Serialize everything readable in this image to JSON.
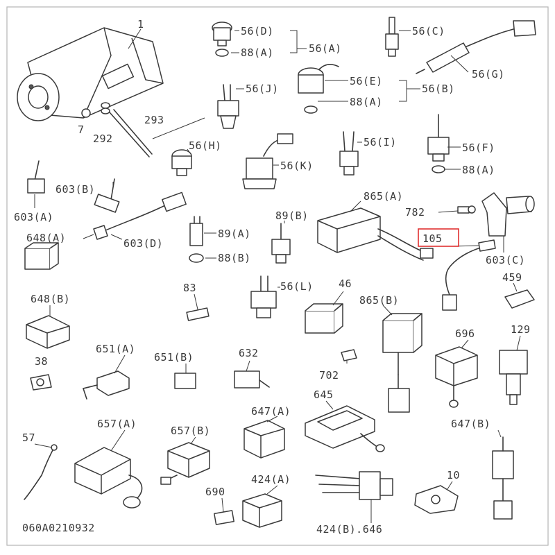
{
  "diagram_code": "060A0210932",
  "highlight_color": "#e03030",
  "line_color": "#3a3a3a",
  "labels": {
    "p1": "1",
    "p7": "7",
    "p292": "292",
    "p293": "293",
    "p56d": "56(D)",
    "p88a_top": "88(A)",
    "p56a": "56(A)",
    "p56c": "56(C)",
    "p56g": "56(G)",
    "p56e": "56(E)",
    "p56b": "56(B)",
    "p88a_mid": "88(A)",
    "p56j": "56(J)",
    "p56h": "56(H)",
    "p56k": "56(K)",
    "p56i": "56(I)",
    "p56f": "56(F)",
    "p88a_right": "88(A)",
    "p603b": "603(B)",
    "p603a": "603(A)",
    "p648a": "648(A)",
    "p603d": "603(D)",
    "p89a": "89(A)",
    "p88b": "88(B)",
    "p89b": "89(B)",
    "p865a": "865(A)",
    "p782": "782",
    "p105": "105",
    "p603c": "603(C)",
    "p459": "459",
    "p648b": "648(B)",
    "p83": "83",
    "p56l": "56(L)",
    "p46": "46",
    "p865b": "865(B)",
    "p696": "696",
    "p129": "129",
    "p38": "38",
    "p651a": "651(A)",
    "p651b": "651(B)",
    "p632": "632",
    "p702": "702",
    "p57": "57",
    "p657a": "657(A)",
    "p657b": "657(B)",
    "p647a": "647(A)",
    "p645": "645",
    "p647b": "647(B)",
    "p690": "690",
    "p424a": "424(A)",
    "p10": "10",
    "p424b646": "424(B).646"
  }
}
